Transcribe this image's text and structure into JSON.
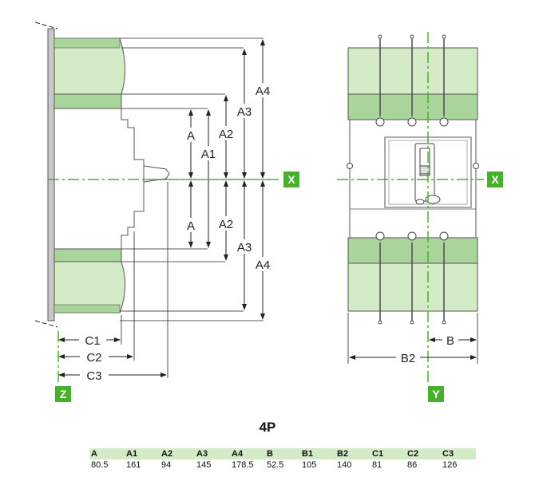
{
  "labels": {
    "A": "A",
    "A1": "A1",
    "A2": "A2",
    "A3": "A3",
    "A4": "A4",
    "B": "B",
    "B2": "B2",
    "C1": "C1",
    "C2": "C2",
    "C3": "C3",
    "X": "X",
    "Y": "Y",
    "Z": "Z"
  },
  "variant": "4P",
  "table": {
    "headers": [
      "A",
      "A1",
      "A2",
      "A3",
      "A4",
      "B",
      "B1",
      "B2",
      "C1",
      "C2",
      "C3"
    ],
    "values": [
      "80.5",
      "161",
      "94",
      "145",
      "178.5",
      "52.5",
      "105",
      "140",
      "81",
      "86",
      "126"
    ]
  },
  "colors": {
    "green_dark": "#46b02a",
    "green_mid": "#a9d49a",
    "green_light": "#d4ebc8",
    "ink": "#222222"
  }
}
